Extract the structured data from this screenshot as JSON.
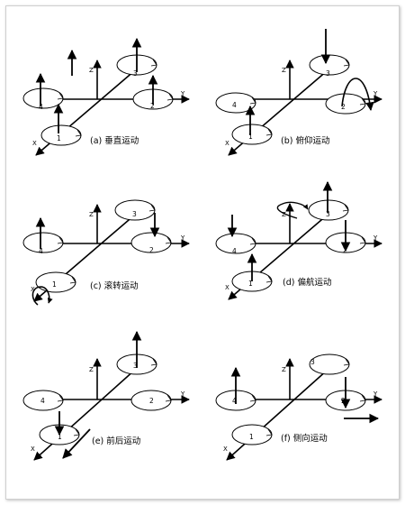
{
  "axes": {
    "z": "Z",
    "y": "Y",
    "x": "X"
  },
  "rotor_labels": [
    "1",
    "2",
    "3",
    "4"
  ],
  "captions": {
    "a": "(a) 垂直运动",
    "b": "(b) 俯仰运动",
    "c": "(c) 滚转运动",
    "d": "(d) 偏航运动",
    "e": "(e) 前后运动",
    "f": "(f) 侧向运动"
  }
}
